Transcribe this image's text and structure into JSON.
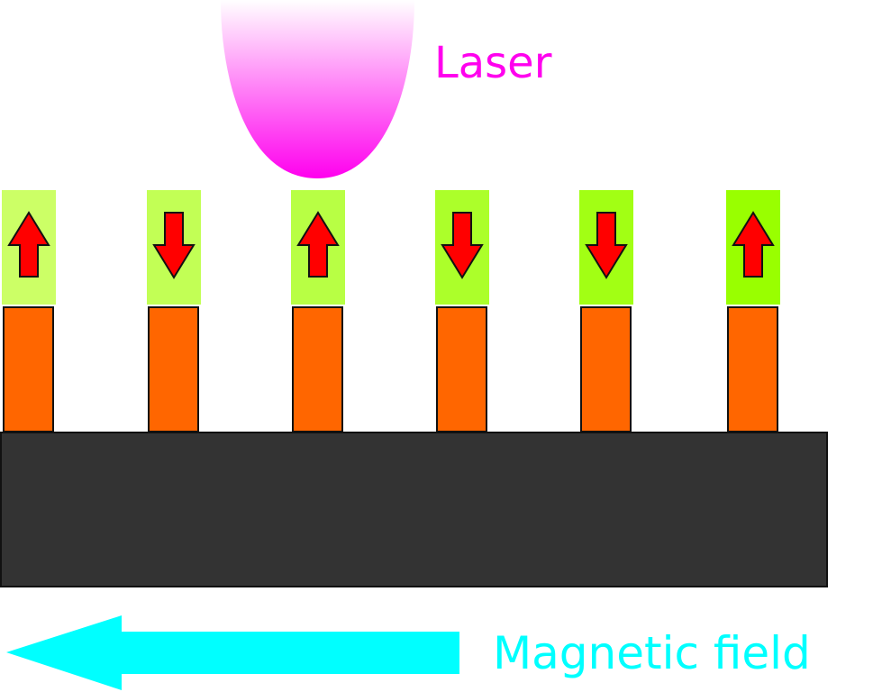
{
  "labels": {
    "laser": "Laser",
    "magnetic_field": "Magnetic field"
  },
  "pillars": [
    {
      "spin": "up",
      "cap_color": "#ccff66"
    },
    {
      "spin": "down",
      "cap_color": "#c2ff55"
    },
    {
      "spin": "up",
      "cap_color": "#b8ff44"
    },
    {
      "spin": "down",
      "cap_color": "#acff2a"
    },
    {
      "spin": "down",
      "cap_color": "#a2ff14"
    },
    {
      "spin": "up",
      "cap_color": "#99ff00"
    }
  ],
  "colors": {
    "laser": "#ff00ee",
    "field": "#00ffff",
    "pillar": "#ff6600",
    "substrate": "#333333",
    "spin_arrow": "#ff0000"
  },
  "field_direction": "left"
}
